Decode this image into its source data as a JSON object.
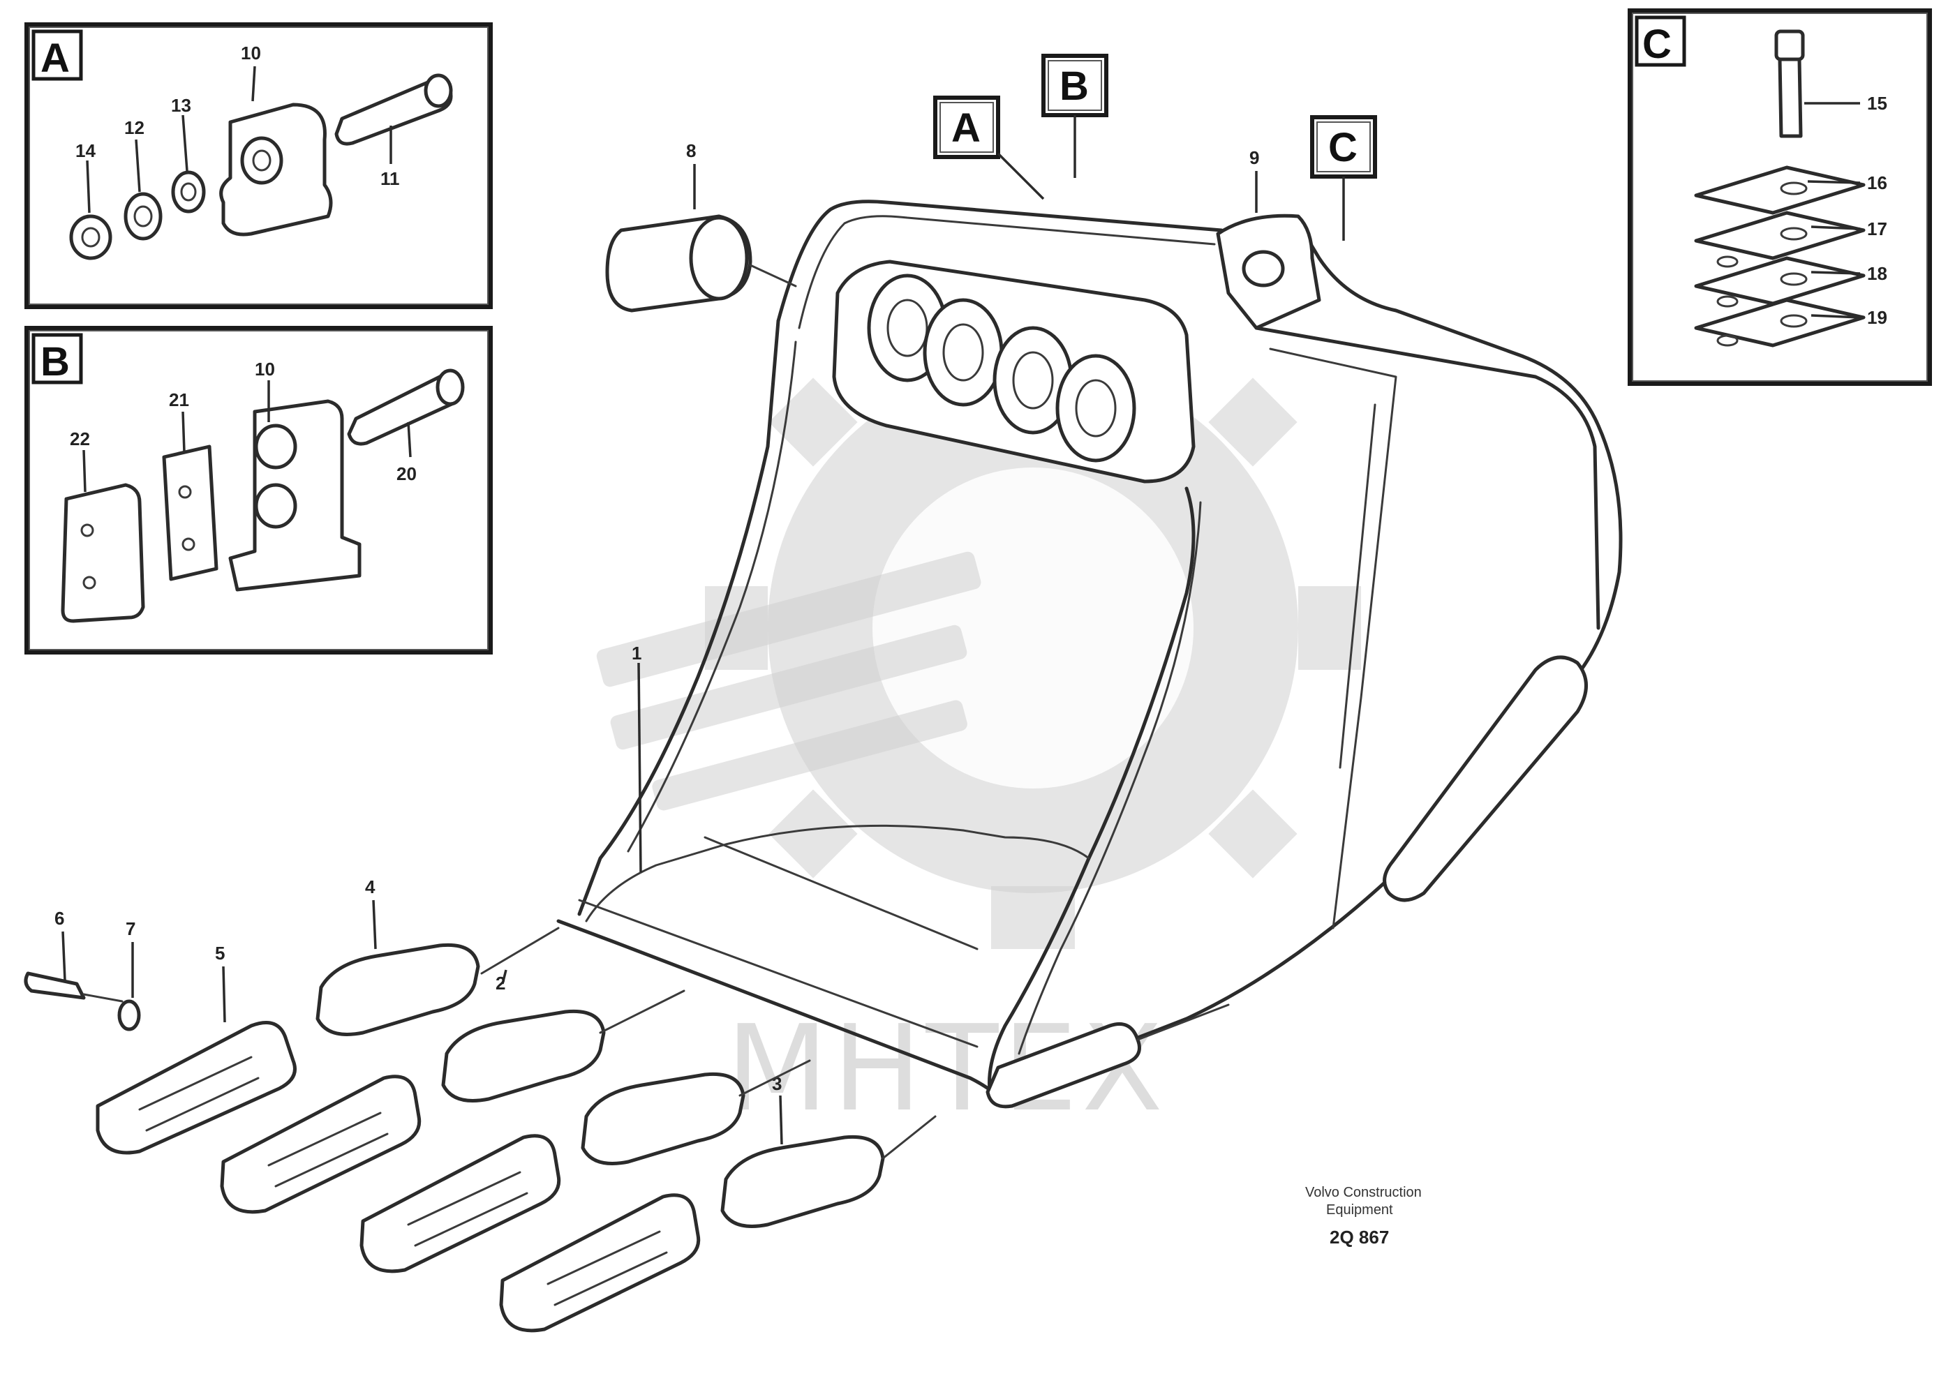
{
  "watermark": "MHTEX",
  "detail_boxes": {
    "A": {
      "tag": "A",
      "labels": [
        "14",
        "12",
        "13",
        "10",
        "11"
      ]
    },
    "B": {
      "tag": "B",
      "labels": [
        "22",
        "21",
        "10",
        "20"
      ]
    },
    "C": {
      "tag": "C",
      "labels": [
        "15",
        "16",
        "17",
        "18",
        "19"
      ]
    }
  },
  "callout_tags": [
    "A",
    "B",
    "C"
  ],
  "main_labels": {
    "pin_8": "8",
    "pin_9": "9",
    "rod_1": "1",
    "bolt_6": "6",
    "nut_7": "7",
    "adapter_5": "5",
    "tooth_4": "4",
    "weld_2": "2",
    "tooth_3": "3"
  },
  "drawing_ref": {
    "line1": "Volvo Construction",
    "line2": "Equipment",
    "code": "2Q 867"
  }
}
